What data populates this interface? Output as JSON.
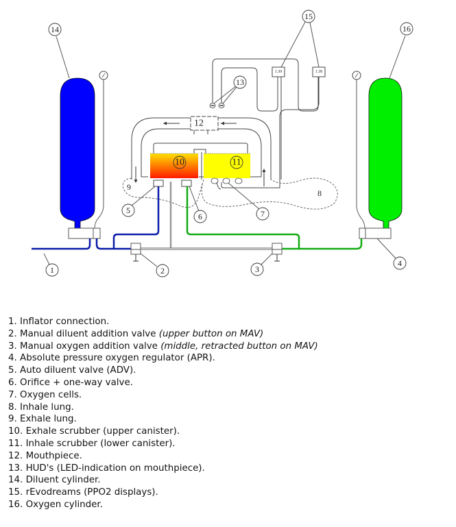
{
  "diagram": {
    "title": "Rebreather schematic",
    "colors": {
      "diluent": "#0000ff",
      "diluent_pipe": "#0a1aa8",
      "oxygen": "#00ee00",
      "oxygen_pipe": "#11aa11",
      "scrubber_exhale_top": "#ffe000",
      "scrubber_exhale_bottom": "#ff1a00",
      "scrubber_inhale": "#ffff00"
    },
    "callouts": [
      "1",
      "2",
      "3",
      "4",
      "5",
      "6",
      "7",
      "8",
      "9",
      "10",
      "11",
      "12",
      "13",
      "14",
      "15",
      "16"
    ],
    "ppo2_displays": [
      "1.30",
      "1.30"
    ],
    "gauges": [
      "diluent-pressure-gauge",
      "oxygen-pressure-gauge"
    ],
    "icons": {
      "flow_arrow": "arrow",
      "hud_led": "led"
    }
  },
  "legend": [
    {
      "num": "1.",
      "text": "Inflator connection.",
      "note": ""
    },
    {
      "num": "2.",
      "text": "Manual diluent addition valve ",
      "note": "(upper button on MAV)"
    },
    {
      "num": "3.",
      "text": "Manual oxygen addition valve ",
      "note": "(middle, retracted button on MAV)"
    },
    {
      "num": "4.",
      "text": "Absolute pressure oxygen regulator (APR).",
      "note": ""
    },
    {
      "num": "5.",
      "text": "Auto diluent valve (ADV).",
      "note": ""
    },
    {
      "num": "6.",
      "text": "Orifice + one-way valve.",
      "note": ""
    },
    {
      "num": "7.",
      "text": "Oxygen cells.",
      "note": ""
    },
    {
      "num": "8.",
      "text": "Inhale lung.",
      "note": ""
    },
    {
      "num": "9.",
      "text": "Exhale lung.",
      "note": ""
    },
    {
      "num": "10.",
      "text": "Exhale scrubber (upper canister).",
      "note": ""
    },
    {
      "num": "11.",
      "text": "Inhale scrubber (lower canister).",
      "note": ""
    },
    {
      "num": "12.",
      "text": "Mouthpiece.",
      "note": ""
    },
    {
      "num": "13.",
      "text": "HUD's (LED-indication on mouthpiece).",
      "note": ""
    },
    {
      "num": "14.",
      "text": "Diluent cylinder.",
      "note": ""
    },
    {
      "num": "15.",
      "text": "rEvodreams (PPO2 displays).",
      "note": ""
    },
    {
      "num": "16.",
      "text": "Oxygen cylinder.",
      "note": ""
    }
  ]
}
